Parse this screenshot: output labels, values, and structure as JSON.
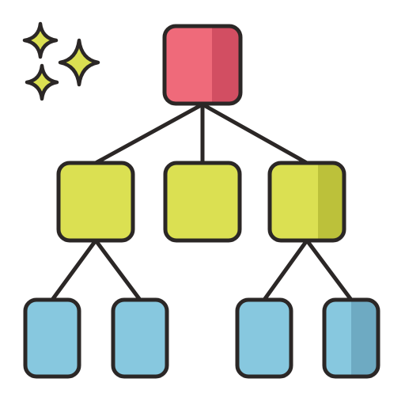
{
  "icon": {
    "name": "hierarchy-tree-icon",
    "stroke_color": "#2b2726",
    "palette": {
      "root_fill": "#ef6a7a",
      "root_shade": "#d24e62",
      "level2_fill": "#dbe052",
      "level2_shade": "#bcc13a",
      "level3_fill": "#87c8df",
      "level3_shade": "#6eaac2",
      "sparkle_fill": "#dbe052",
      "background": "#ffffff"
    },
    "nodes": [
      {
        "id": "root",
        "level": 1
      },
      {
        "id": "mid-left",
        "level": 2
      },
      {
        "id": "mid-center",
        "level": 2
      },
      {
        "id": "mid-right",
        "level": 2
      },
      {
        "id": "leaf-1",
        "level": 3
      },
      {
        "id": "leaf-2",
        "level": 3
      },
      {
        "id": "leaf-3",
        "level": 3
      },
      {
        "id": "leaf-4",
        "level": 3
      }
    ],
    "sparkle_count": 3
  }
}
